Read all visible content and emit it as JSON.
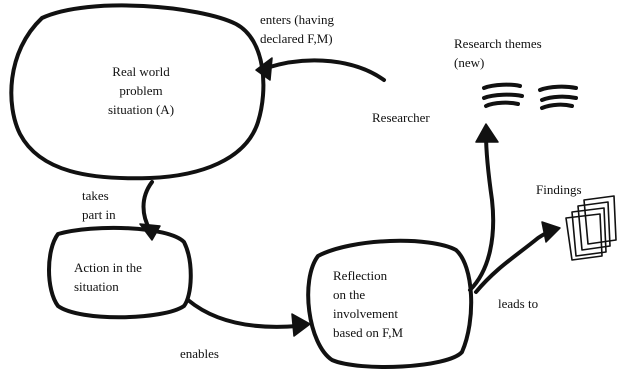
{
  "nodes": {
    "real_world": {
      "lines": [
        "Real world",
        "problem",
        "situation (A)"
      ]
    },
    "action": {
      "lines": [
        "Action in the",
        "situation"
      ]
    },
    "reflection": {
      "lines": [
        "Reflection",
        "on the",
        "involvement",
        "based on F,M"
      ]
    },
    "researcher": {
      "label": "Researcher"
    },
    "research_themes": {
      "lines": [
        "Research themes",
        "(new)"
      ]
    },
    "findings": {
      "label": "Findings"
    }
  },
  "edges": {
    "enters": {
      "lines": [
        "enters (having",
        "declared F,M)"
      ]
    },
    "takes_part_in": {
      "lines": [
        "takes",
        "part in"
      ]
    },
    "enables": {
      "label": "enables"
    },
    "leads_to": {
      "label": "leads to"
    }
  },
  "colors": {
    "ink": "#111111",
    "background": "#ffffff"
  }
}
